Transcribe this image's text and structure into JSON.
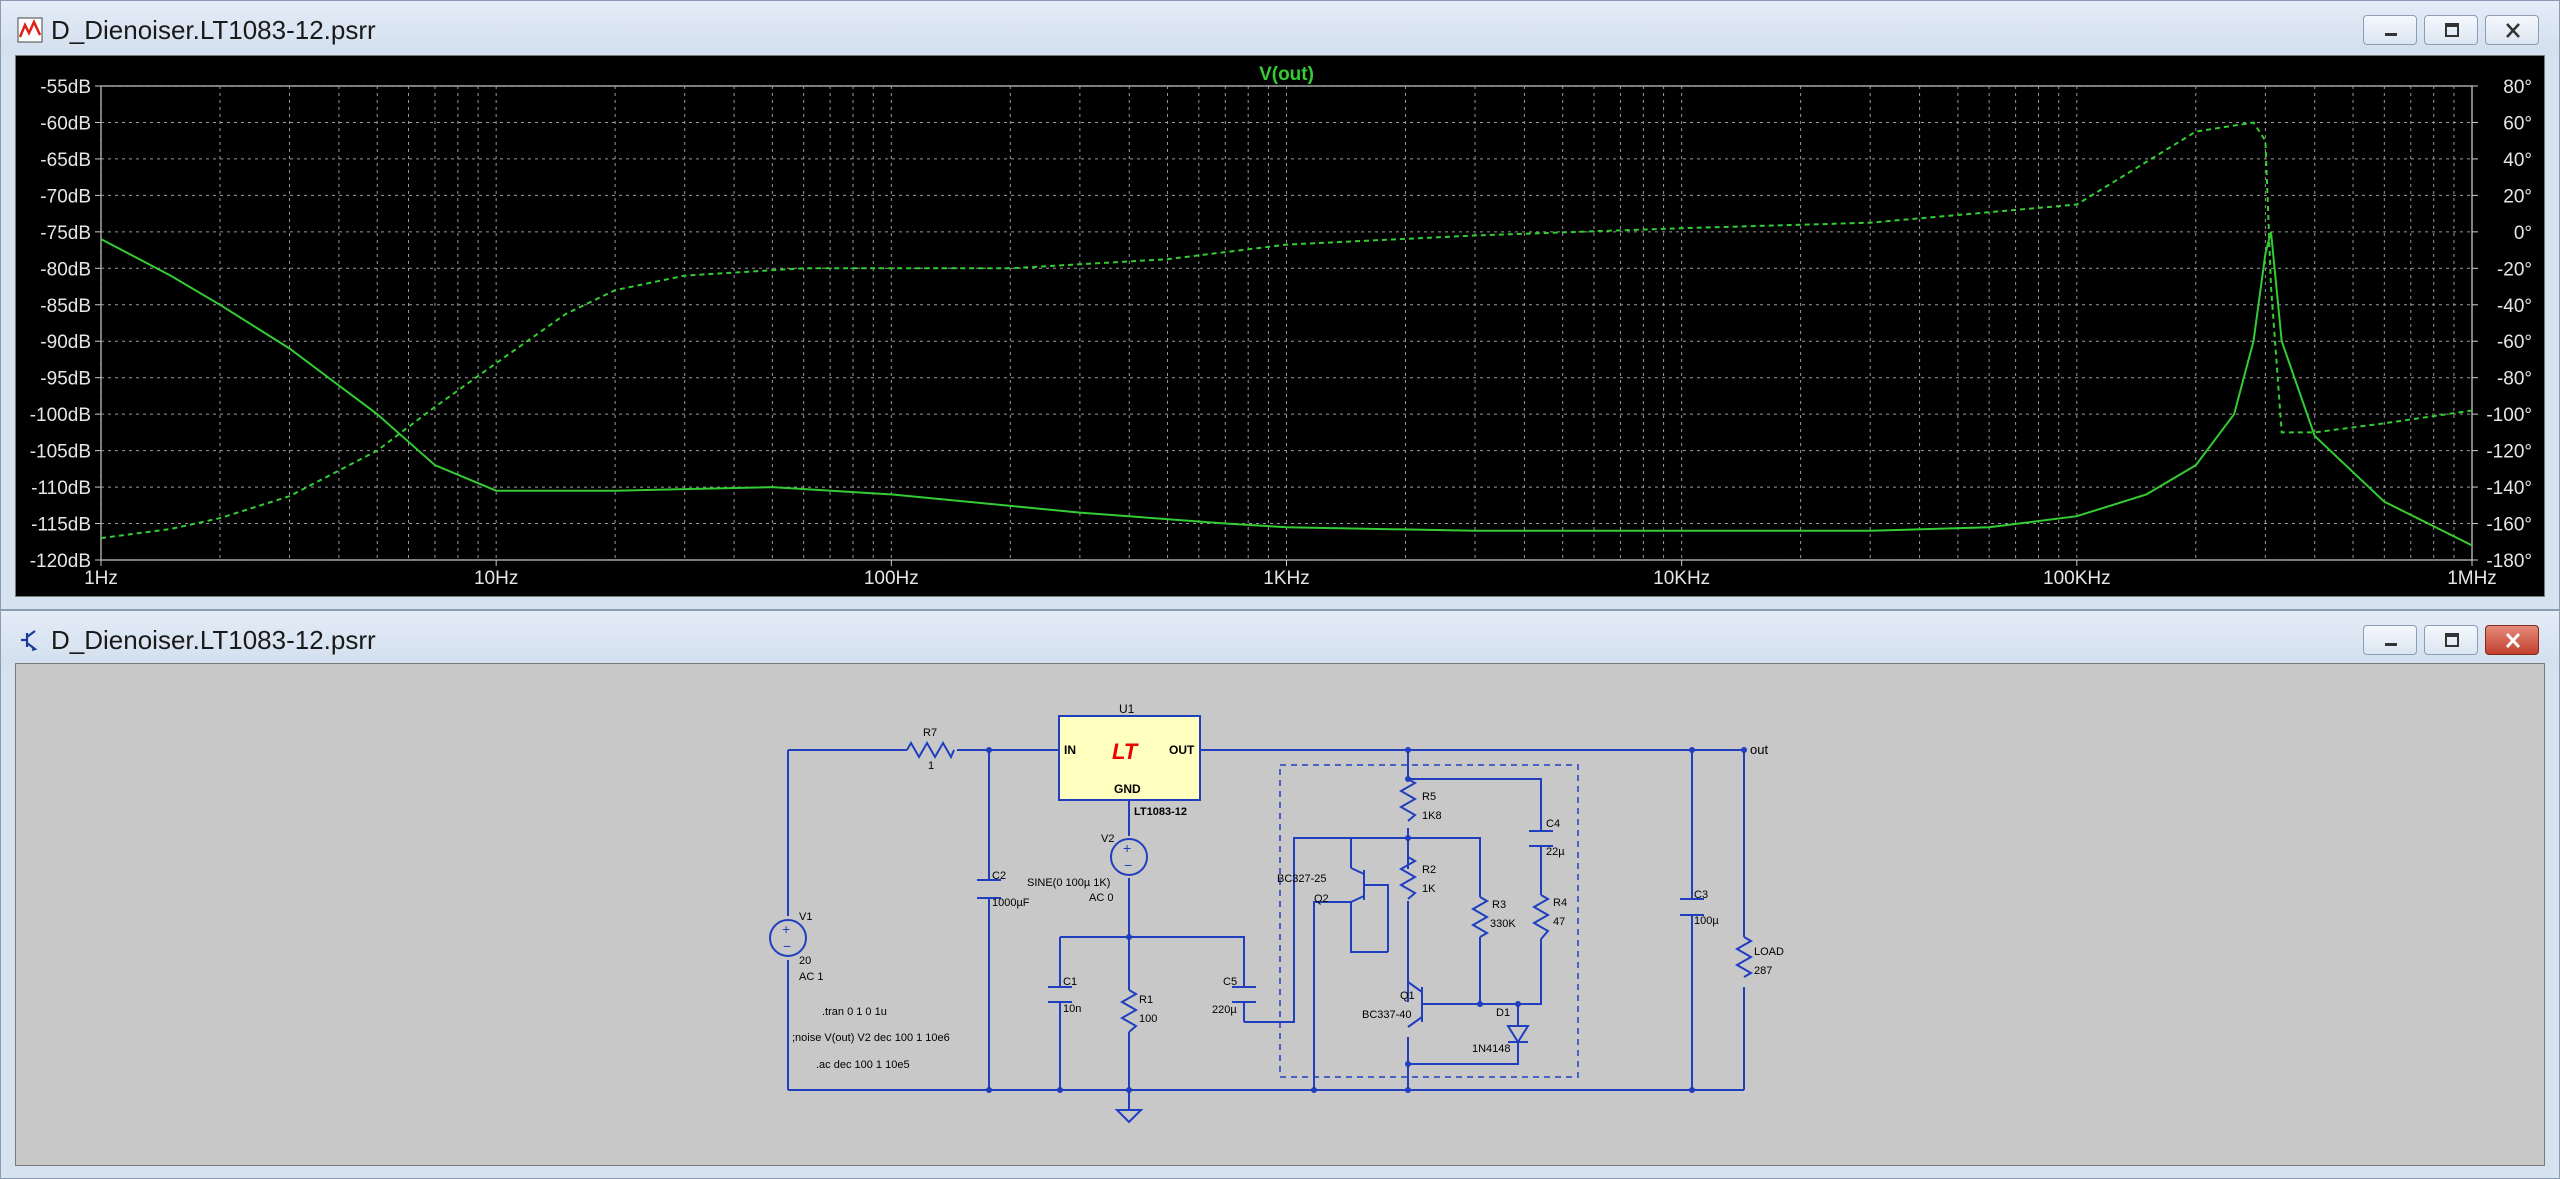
{
  "plot_window": {
    "title": "D_Dienoiser.LT1083-12.psrr",
    "icon": "waveform-icon",
    "buttons": [
      "minimize",
      "maximize",
      "close"
    ]
  },
  "schematic_window": {
    "title": "D_Dienoiser.LT1083-12.psrr",
    "icon": "schematic-icon",
    "buttons": [
      "minimize",
      "maximize",
      "close"
    ]
  },
  "chart_data": {
    "type": "line",
    "title": "V(out)",
    "x_scale": "log",
    "xlim": [
      1,
      1000000
    ],
    "x_ticks": [
      "1Hz",
      "10Hz",
      "100Hz",
      "1KHz",
      "10KHz",
      "100KHz",
      "1MHz"
    ],
    "ylim_left": [
      -120,
      -55
    ],
    "y_ticks_left": [
      "-55dB",
      "-60dB",
      "-65dB",
      "-70dB",
      "-75dB",
      "-80dB",
      "-85dB",
      "-90dB",
      "-95dB",
      "-100dB",
      "-105dB",
      "-110dB",
      "-115dB",
      "-120dB"
    ],
    "ylim_right": [
      -180,
      80
    ],
    "y_ticks_right": [
      "80°",
      "60°",
      "40°",
      "20°",
      "0°",
      "-20°",
      "-40°",
      "-60°",
      "-80°",
      "-100°",
      "-120°",
      "-140°",
      "-160°",
      "-180°"
    ],
    "grid": true,
    "color": "#33cc33",
    "series": [
      {
        "name": "V(out)",
        "axis": "left",
        "style": "solid",
        "x": [
          1,
          1.5,
          2,
          3,
          5,
          7,
          10,
          20,
          50,
          100,
          300,
          700,
          1000,
          3000,
          10000,
          30000,
          60000,
          100000,
          150000,
          200000,
          250000,
          280000,
          300000,
          310000,
          330000,
          400000,
          600000,
          1000000
        ],
        "y": [
          -76,
          -81,
          -85,
          -91,
          -100,
          -107,
          -110.5,
          -110.5,
          -110,
          -111,
          -113.5,
          -115,
          -115.5,
          -116,
          -116,
          -116,
          -115.5,
          -114,
          -111,
          -107,
          -100,
          -90,
          -78,
          -75,
          -90,
          -103,
          -112,
          -118
        ]
      },
      {
        "name": "V(out) phase",
        "axis": "right",
        "style": "dashed",
        "x": [
          1,
          1.5,
          2,
          3,
          5,
          7,
          10,
          15,
          20,
          30,
          60,
          200,
          500,
          1000,
          3000,
          10000,
          30000,
          100000,
          200000,
          280000,
          300000,
          310000,
          330000,
          400000,
          600000,
          1000000
        ],
        "y": [
          -168,
          -163,
          -157,
          -145,
          -120,
          -96,
          -72,
          -45,
          -32,
          -24,
          -20,
          -20,
          -15,
          -7,
          -2,
          2,
          5,
          15,
          55,
          60,
          50,
          -30,
          -110,
          -110,
          -105,
          -98
        ]
      }
    ]
  },
  "schematic": {
    "components": [
      {
        "ref": "U1",
        "value": "LT1083-12",
        "pins": [
          "IN",
          "OUT",
          "GND"
        ],
        "logo": "LT"
      },
      {
        "ref": "R7",
        "value": "1"
      },
      {
        "ref": "C2",
        "value": "1000µF"
      },
      {
        "ref": "V1",
        "value": "20",
        "extra": "AC 1"
      },
      {
        "ref": "V2",
        "value": "SINE(0 100µ 1K)",
        "extra": "AC 0"
      },
      {
        "ref": "C1",
        "value": "10n"
      },
      {
        "ref": "R1",
        "value": "100"
      },
      {
        "ref": "C5",
        "value": "220µ"
      },
      {
        "ref": "R5",
        "value": "1K8"
      },
      {
        "ref": "R2",
        "value": "1K"
      },
      {
        "ref": "R3",
        "value": "330K"
      },
      {
        "ref": "R4",
        "value": "47"
      },
      {
        "ref": "C4",
        "value": "22µ"
      },
      {
        "ref": "Q2",
        "value": "BC327-25"
      },
      {
        "ref": "Q1",
        "value": "BC337-40"
      },
      {
        "ref": "D1",
        "value": "1N4148"
      },
      {
        "ref": "C3",
        "value": "100µ"
      },
      {
        "ref": "LOAD",
        "value": "287"
      }
    ],
    "net_labels": [
      "out"
    ],
    "directives": [
      ".tran 0 1 0 1u",
      ";noise V(out) V2 dec 100 1 10e6",
      ".ac dec 100 1 10e5"
    ]
  }
}
